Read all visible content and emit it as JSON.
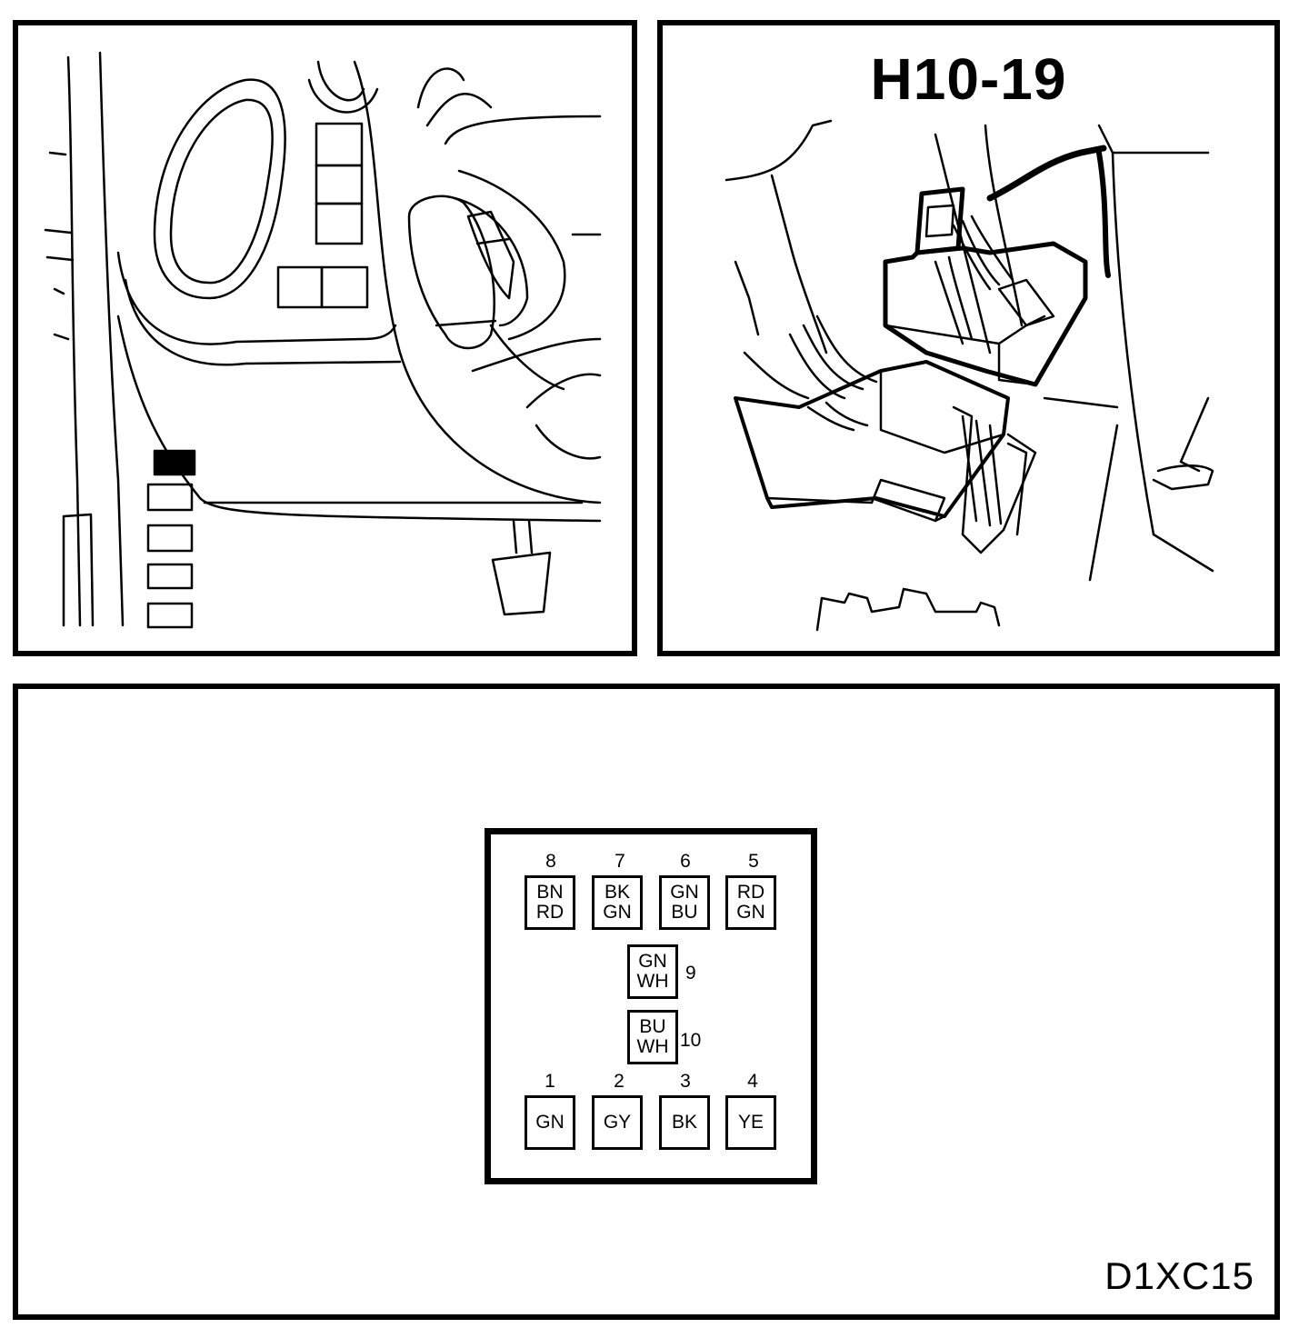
{
  "connector": {
    "code": "H10-19",
    "diagram_id": "D1XC15"
  },
  "pinout": {
    "top_row": [
      {
        "num": "8",
        "wires": [
          "BN",
          "RD"
        ]
      },
      {
        "num": "7",
        "wires": [
          "BK",
          "GN"
        ]
      },
      {
        "num": "6",
        "wires": [
          "GN",
          "BU"
        ]
      },
      {
        "num": "5",
        "wires": [
          "RD",
          "GN"
        ]
      }
    ],
    "middle": [
      {
        "num": "9",
        "wires": [
          "GN",
          "WH"
        ]
      },
      {
        "num": "10",
        "wires": [
          "BU",
          "WH"
        ]
      }
    ],
    "bottom_row": [
      {
        "num": "1",
        "wires": [
          "GN"
        ]
      },
      {
        "num": "2",
        "wires": [
          "GY"
        ]
      },
      {
        "num": "3",
        "wires": [
          "BK"
        ]
      },
      {
        "num": "4",
        "wires": [
          "YE"
        ]
      }
    ]
  },
  "colors": {
    "line": "#000000",
    "background": "#ffffff"
  }
}
